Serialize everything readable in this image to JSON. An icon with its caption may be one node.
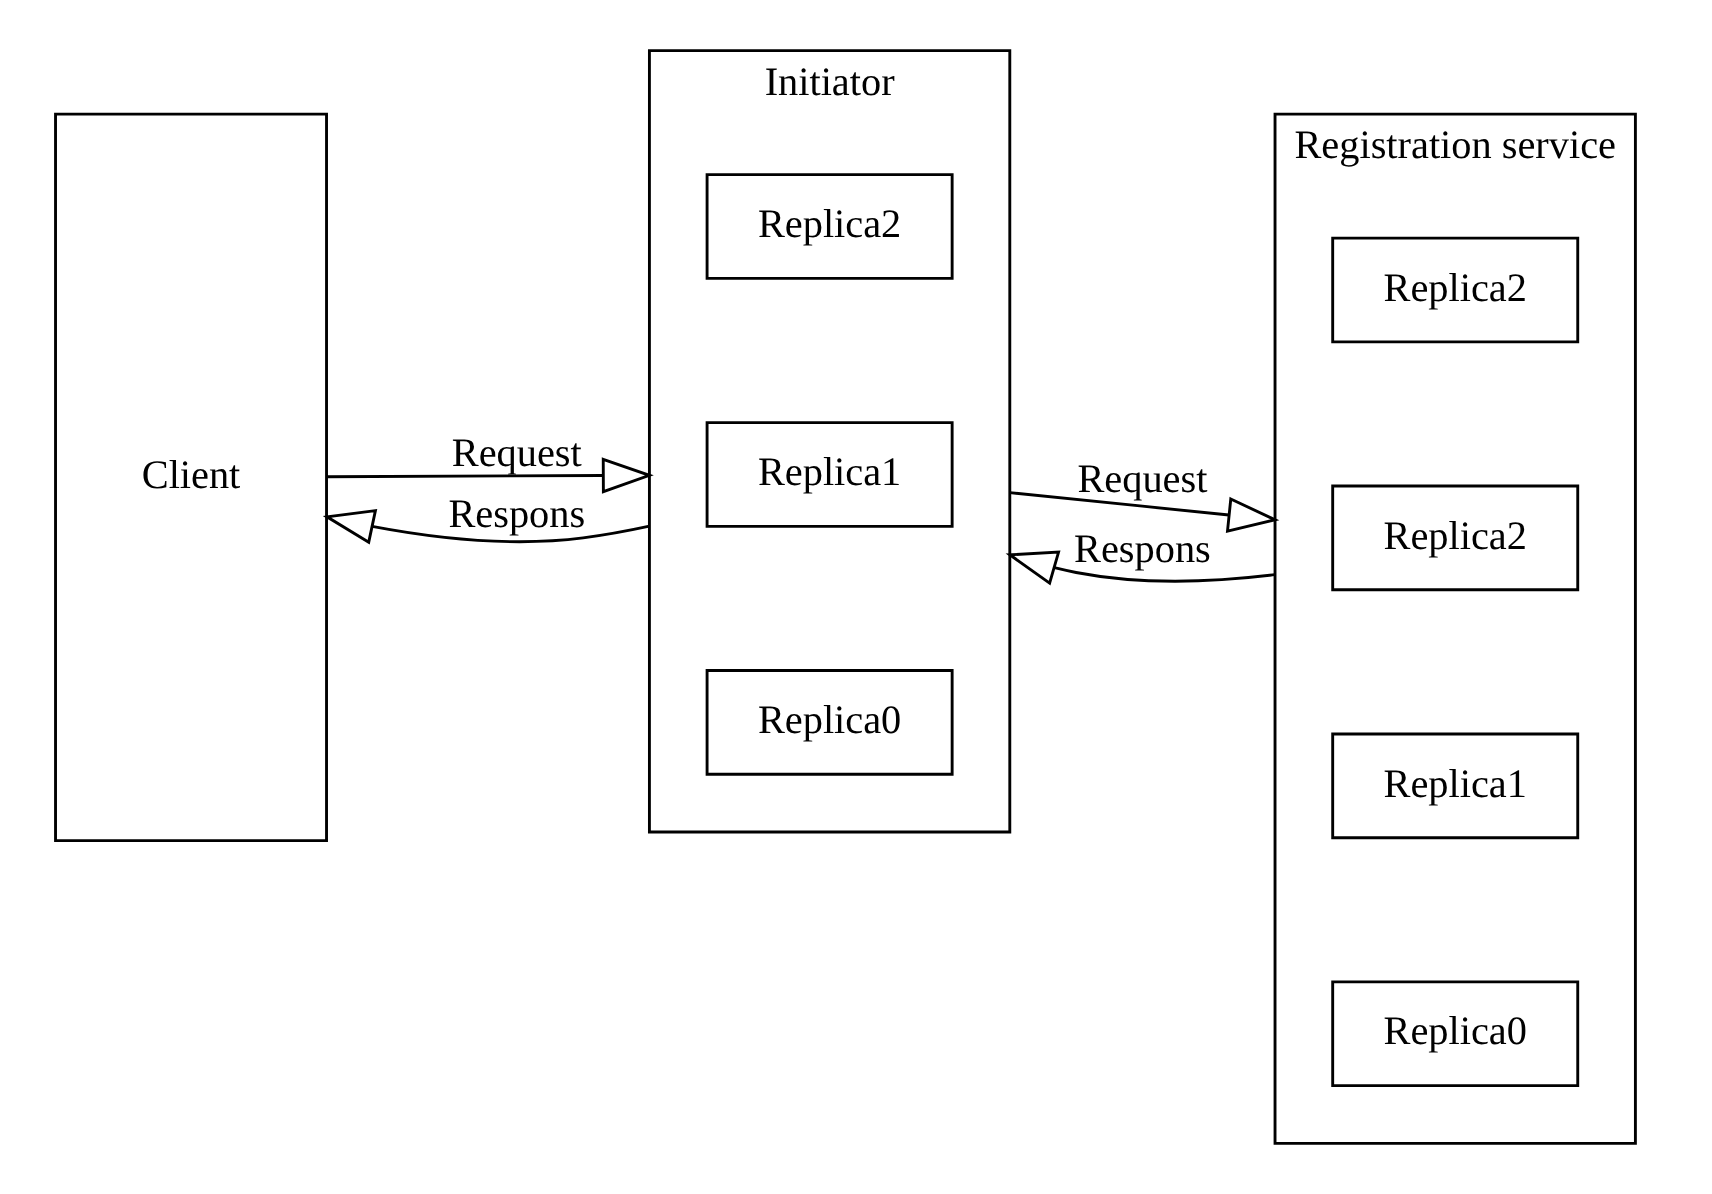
{
  "diagram": {
    "nodes": [
      {
        "text": [
          "Client"
        ]
      },
      {
        "text": [
          "Initiator"
        ]
      },
      {
        "text": [
          "Replica0"
        ],
        "in": 1
      },
      {
        "text": [
          "Replica1"
        ],
        "in": 1
      },
      {
        "text": [
          "Replica2"
        ],
        "in": 1
      },
      {
        "text": [
          "Registration service"
        ]
      },
      {
        "text": [
          "Replica0"
        ],
        "in": 5
      },
      {
        "text": [
          "Replica1"
        ],
        "in": 5
      },
      {
        "text": [
          "Replica2"
        ],
        "in": 5
      },
      {
        "text": [
          "Replica2"
        ],
        "in": 5
      }
    ],
    "edges": [
      {
        "from": 0,
        "to": 1,
        "arrow": "to",
        "label": "Request"
      },
      {
        "from": 1,
        "to": 5,
        "arrow": "to",
        "label": "Request"
      },
      {
        "from": 5,
        "to": 1,
        "arrow": "to",
        "label": "Respons"
      },
      {
        "from": 1,
        "to": 0,
        "arrow": "to",
        "label": "Respons"
      }
    ]
  }
}
